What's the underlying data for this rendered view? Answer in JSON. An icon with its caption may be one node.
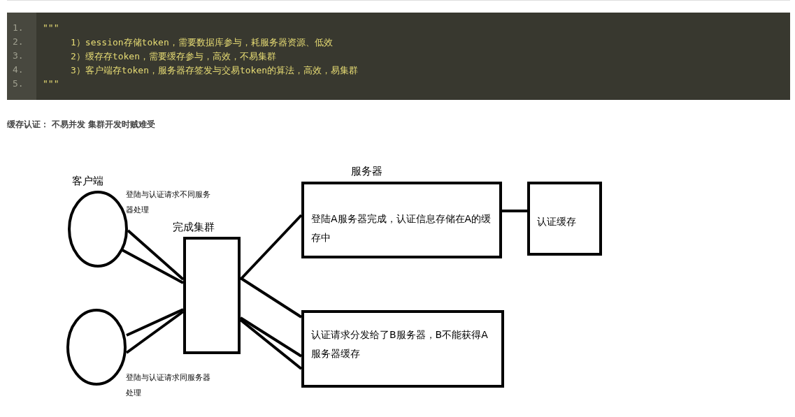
{
  "diagram": {
    "nodes": [
      {
        "text": [],
        "shape": "circle",
        "beside": [
          "客户端",
          "登陆与认证请求不同服务器处理"
        ]
      },
      {
        "text": [],
        "shape": "circle",
        "beside": [
          "登陆与认证请求同服务器处理"
        ]
      },
      {
        "text": [
          "完成集群"
        ]
      },
      {
        "text": [
          "服务器",
          "登陆A服务器完成，认证信息存储在A的缓存中"
        ]
      },
      {
        "text": [
          "认证缓存"
        ]
      },
      {
        "text": [
          "认证请求分发给了B服务器，B不能获得A服务器缓存"
        ]
      }
    ],
    "edges": [
      {
        "from": 0,
        "to": 2,
        "arrow": "none"
      },
      {
        "from": 0,
        "to": 2,
        "arrow": "none"
      },
      {
        "from": 1,
        "to": 2,
        "arrow": "none"
      },
      {
        "from": 1,
        "to": 2,
        "arrow": "none"
      },
      {
        "from": 2,
        "to": 3,
        "arrow": "none"
      },
      {
        "from": 2,
        "to": 5,
        "arrow": "none"
      },
      {
        "from": 2,
        "to": 5,
        "arrow": "none"
      },
      {
        "from": 2,
        "to": 5,
        "arrow": "none"
      },
      {
        "from": 3,
        "to": 4,
        "arrow": "none"
      }
    ],
    "labels": [
      "1.",
      "\"\"\"",
      "2.",
      "1）session存储token，需要数据库参与，耗服务器资源、低效",
      "3.",
      "2）缓存存token，需要缓存参与，高效，不易集群",
      "4.",
      "3）客户端存token，服务器存签发与交易token的算法，高效，易集群",
      "5.",
      "\"\"\"",
      "缓存认证： 不易并发 集群开发时贼难受"
    ]
  }
}
